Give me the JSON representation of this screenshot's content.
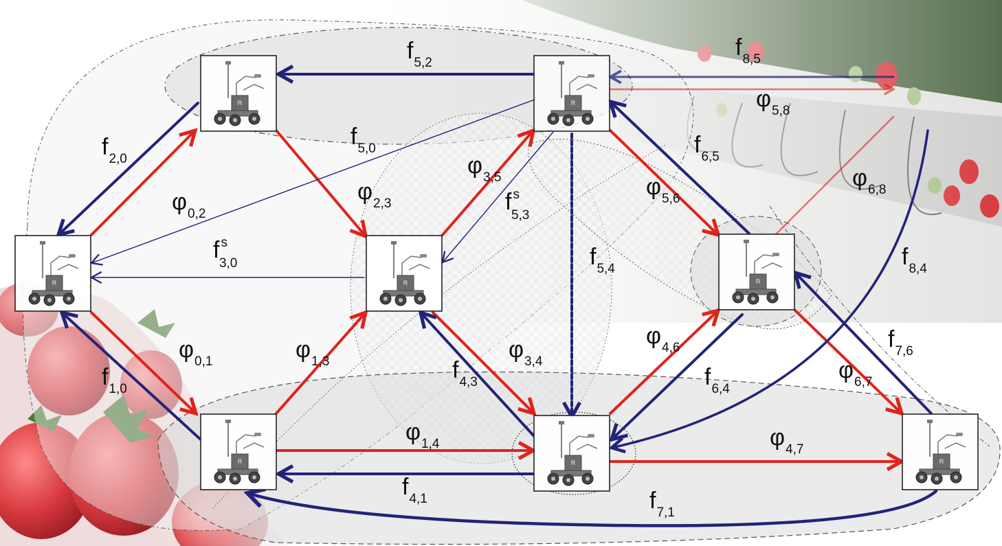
{
  "colors": {
    "phi_edge": "#e0231b",
    "f_edge": "#23237a",
    "strawberry": "#d83a3f",
    "leaf": "#3e6b36"
  },
  "robot": {
    "badge_text": "R",
    "icon": "robot-harvester-icon"
  },
  "nodes": [
    {
      "id": "0"
    },
    {
      "id": "1"
    },
    {
      "id": "2"
    },
    {
      "id": "3"
    },
    {
      "id": "4"
    },
    {
      "id": "5"
    },
    {
      "id": "6"
    },
    {
      "id": "7"
    }
  ],
  "edges": [
    {
      "kind": "phi",
      "from": "0",
      "to": "2",
      "main": "φ",
      "sub": "0,2"
    },
    {
      "kind": "phi",
      "from": "0",
      "to": "1",
      "main": "φ",
      "sub": "0,1"
    },
    {
      "kind": "phi",
      "from": "2",
      "to": "3",
      "main": "φ",
      "sub": "2,3"
    },
    {
      "kind": "phi",
      "from": "1",
      "to": "3",
      "main": "φ",
      "sub": "1,3"
    },
    {
      "kind": "phi",
      "from": "1",
      "to": "4",
      "main": "φ",
      "sub": "1,4"
    },
    {
      "kind": "phi",
      "from": "3",
      "to": "5",
      "main": "φ",
      "sub": "3,5"
    },
    {
      "kind": "phi",
      "from": "3",
      "to": "4",
      "main": "φ",
      "sub": "3,4"
    },
    {
      "kind": "phi",
      "from": "5",
      "to": "6",
      "main": "φ",
      "sub": "5,6"
    },
    {
      "kind": "phi",
      "from": "5",
      "to": "8",
      "main": "φ",
      "sub": "5,8"
    },
    {
      "kind": "phi",
      "from": "6",
      "to": "8",
      "main": "φ",
      "sub": "6,8"
    },
    {
      "kind": "phi",
      "from": "4",
      "to": "6",
      "main": "φ",
      "sub": "4,6"
    },
    {
      "kind": "phi",
      "from": "4",
      "to": "7",
      "main": "φ",
      "sub": "4,7"
    },
    {
      "kind": "phi",
      "from": "6",
      "to": "7",
      "main": "φ",
      "sub": "6,7"
    },
    {
      "kind": "f",
      "from": "2",
      "to": "0",
      "main": "f",
      "sub": "2,0"
    },
    {
      "kind": "f",
      "from": "1",
      "to": "0",
      "main": "f",
      "sub": "1,0"
    },
    {
      "kind": "f",
      "from": "5",
      "to": "2",
      "main": "f",
      "sub": "5,2"
    },
    {
      "kind": "f",
      "from": "5",
      "to": "0",
      "main": "f",
      "sub": "5,0"
    },
    {
      "kind": "f",
      "from": "3",
      "to": "0",
      "main": "f",
      "sup": "s",
      "sub": "3,0"
    },
    {
      "kind": "f",
      "from": "5",
      "to": "3",
      "main": "f",
      "sup": "s",
      "sub": "5,3"
    },
    {
      "kind": "f",
      "from": "5",
      "to": "4",
      "main": "f",
      "sub": "5,4",
      "style": "dashed"
    },
    {
      "kind": "f",
      "from": "6",
      "to": "5",
      "main": "f",
      "sub": "6,5"
    },
    {
      "kind": "f",
      "from": "8",
      "to": "5",
      "main": "f",
      "sub": "8,5"
    },
    {
      "kind": "f",
      "from": "8",
      "to": "4",
      "main": "f",
      "sub": "8,4"
    },
    {
      "kind": "f",
      "from": "4",
      "to": "3",
      "main": "f",
      "sub": "4,3"
    },
    {
      "kind": "f",
      "from": "4",
      "to": "1",
      "main": "f",
      "sub": "4,1"
    },
    {
      "kind": "f",
      "from": "6",
      "to": "4",
      "main": "f",
      "sub": "6,4"
    },
    {
      "kind": "f",
      "from": "7",
      "to": "6",
      "main": "f",
      "sub": "7,6"
    },
    {
      "kind": "f",
      "from": "7",
      "to": "1",
      "main": "f",
      "sub": "7,1"
    }
  ]
}
